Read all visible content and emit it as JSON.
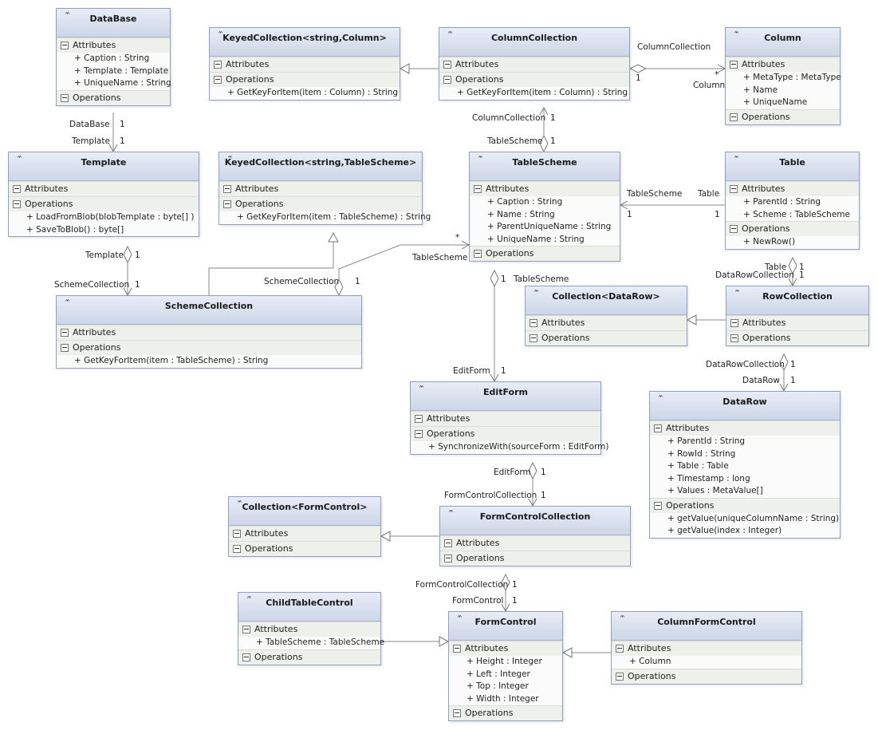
{
  "sections": {
    "attributes": "Attributes",
    "operations": "Operations"
  },
  "classes": {
    "database": {
      "name": "DataBase",
      "attributes": [
        "+ Caption : String",
        "+ Template : Template",
        "+ UniqueName : String"
      ],
      "operations": []
    },
    "keyedcol": {
      "name": "KeyedCollection<string,Column>",
      "attributes": [],
      "operations": [
        "+ GetKeyForItem(item : Column) : String"
      ]
    },
    "columncollection": {
      "name": "ColumnCollection",
      "attributes": [],
      "operations": [
        "+ GetKeyForItem(item : Column) : String"
      ]
    },
    "column": {
      "name": "Column",
      "attributes": [
        "+ MetaType : MetaType",
        "+ Name",
        "+ UniqueName"
      ],
      "operations": []
    },
    "template": {
      "name": "Template",
      "attributes": [],
      "operations": [
        "+ LoadFromBlob(blobTemplate : byte[] )",
        "+ SaveToBlob() : byte[]"
      ]
    },
    "keyedts": {
      "name": "KeyedCollection<string,TableScheme>",
      "attributes": [],
      "operations": [
        "+ GetKeyForItem(item : TableScheme) : String"
      ]
    },
    "tablescheme": {
      "name": "TableScheme",
      "attributes": [
        "+ Caption : String",
        "+ Name : String",
        "+ ParentUniqueName : String",
        "+ UniqueName : String"
      ],
      "operations": []
    },
    "table": {
      "name": "Table",
      "attributes": [
        "+ ParentId : String",
        "+ Scheme : TableScheme"
      ],
      "operations": [
        "+ NewRow()"
      ]
    },
    "schemecollection": {
      "name": "SchemeCollection",
      "attributes": [],
      "operations": [
        "+ GetKeyForItem(item : TableScheme) : String"
      ]
    },
    "coldatarow": {
      "name": "Collection<DataRow>",
      "attributes": [],
      "operations": []
    },
    "rowcollection": {
      "name": "RowCollection",
      "attributes": [],
      "operations": []
    },
    "editform": {
      "name": "EditForm",
      "attributes": [],
      "operations": [
        "+ SynchronizeWith(sourceForm : EditForm)"
      ]
    },
    "datarow": {
      "name": "DataRow",
      "attributes": [
        "+ ParentId : String",
        "+ RowId : String",
        "+ Table : Table",
        "+ Timestamp : long",
        "+ Values : MetaValue[]"
      ],
      "operations": [
        "+ getValue(uniqueColumnName : String)",
        "+ getValue(index : Integer)"
      ]
    },
    "colformcontrol": {
      "name": "Collection<FormControl>",
      "attributes": [],
      "operations": []
    },
    "formcontrolcollection": {
      "name": "FormControlCollection",
      "attributes": [],
      "operations": []
    },
    "childtablecontrol": {
      "name": "ChildTableControl",
      "attributes": [
        "+ TableScheme : TableScheme"
      ],
      "operations": []
    },
    "formcontrol": {
      "name": "FormControl",
      "attributes": [
        "+ Height : Integer",
        "+ Left : Integer",
        "+ Top : Integer",
        "+ Width : Integer"
      ],
      "operations": []
    },
    "columnformcontrol": {
      "name": "ColumnFormControl",
      "attributes": [
        "+ Column"
      ],
      "operations": []
    }
  },
  "labels": {
    "db_role": "DataBase",
    "db_mult": "1",
    "tpl_role": "Template",
    "tpl_mult": "1",
    "cc_role_top": "ColumnCollection",
    "cc_mult": "1",
    "col_star": "*",
    "col_role": "Column",
    "cc_role_bottom": "ColumnCollection",
    "cc_mult_bottom": "1",
    "ts_role_cc": "TableScheme",
    "ts_mult_cc": "1",
    "ts_role_table": "TableScheme",
    "ts_mult_table": "1",
    "table_role": "Table",
    "table_mult": "1",
    "tpl_role2": "Template",
    "tpl_mult2": "1",
    "sc_role": "SchemeCollection",
    "sc_mult": "1",
    "ts_role_sc": "TableScheme",
    "ts_star": "*",
    "sc_role2": "SchemeCollection",
    "sc_mult2": "1",
    "table_role_rc": "Table",
    "table_mult_rc": "1",
    "drc_role": "DataRowCollection",
    "drc_mult": "1",
    "ts_role_ef": "TableScheme",
    "ts_mult_ef": "1",
    "ef_role": "EditForm",
    "ef_mult": "1",
    "drc_role2": "DataRowCollection",
    "drc_mult2": "1",
    "dr_role": "DataRow",
    "dr_mult": "1",
    "ef_role2": "EditForm",
    "ef_mult2": "1",
    "fcc_role": "FormControlCollection",
    "fcc_mult": "1",
    "fcc_role2": "FormControlCollection",
    "fcc_mult2": "1",
    "fc_role": "FormControl",
    "fc_mult": "1"
  }
}
